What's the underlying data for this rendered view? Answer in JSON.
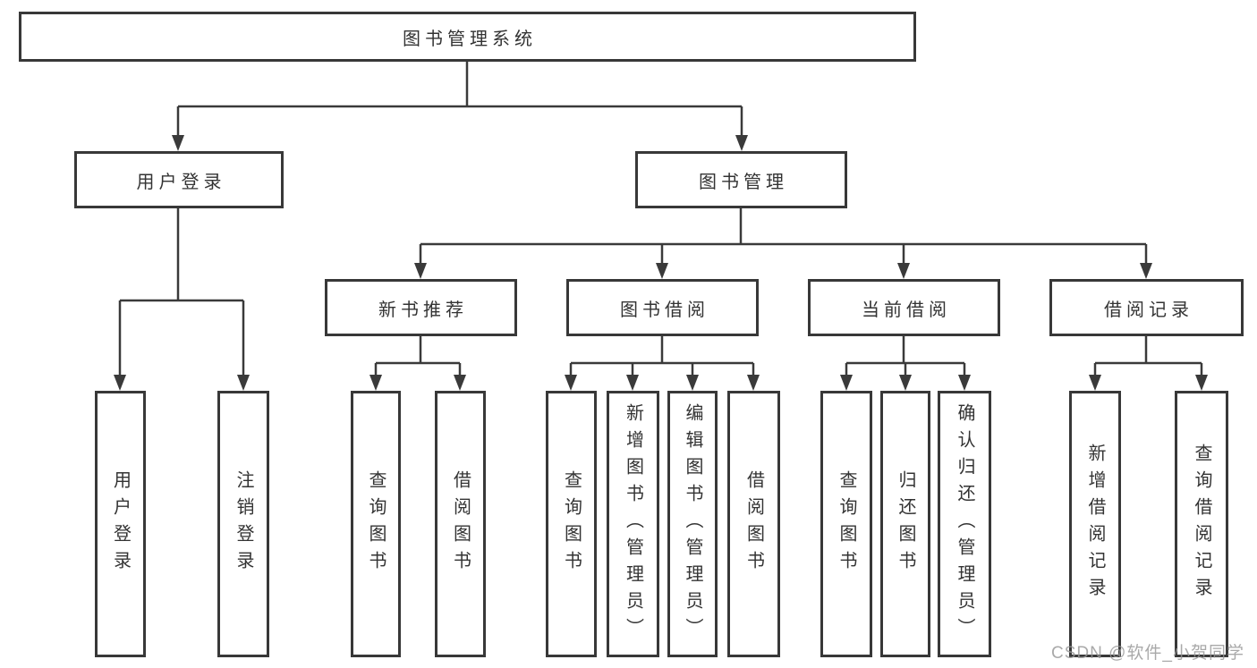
{
  "diagram": {
    "root": "图书管理系统",
    "level2": [
      {
        "label": "用户登录",
        "children": [
          "用户登录",
          "注销登录"
        ]
      },
      {
        "label": "图书管理"
      }
    ],
    "level3": [
      {
        "label": "新书推荐",
        "children": [
          "查询图书",
          "借阅图书"
        ]
      },
      {
        "label": "图书借阅",
        "children": [
          "查询图书",
          "新增图书（管理员）",
          "编辑图书（管理员）",
          "借阅图书"
        ]
      },
      {
        "label": "当前借阅",
        "children": [
          "查询图书",
          "归还图书",
          "确认归还（管理员）"
        ]
      },
      {
        "label": "借阅记录",
        "children": [
          "新增借阅记录",
          "查询借阅记录"
        ]
      }
    ]
  },
  "watermark": "CSDN @软件_小贺同学",
  "colors": {
    "line": "#3a3a3a",
    "box_border": "#383838",
    "box_background": "#ffffff",
    "text": "#333333",
    "watermark": "#969696"
  }
}
